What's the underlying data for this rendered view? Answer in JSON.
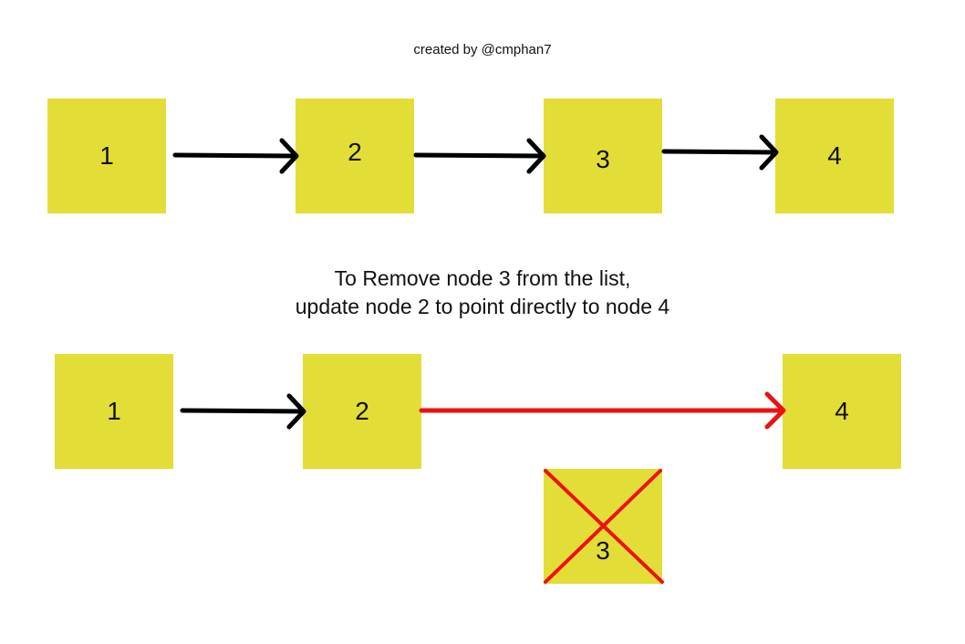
{
  "credit": "created by @cmphan7",
  "caption": {
    "line1": "To Remove node 3 from the list,",
    "line2": "update node 2 to point directly to node 4"
  },
  "before": {
    "nodes": [
      "1",
      "2",
      "3",
      "4"
    ]
  },
  "after": {
    "nodes": [
      "1",
      "2",
      "4"
    ],
    "removed_node": "3"
  },
  "colors": {
    "node_fill": "#e3de37",
    "arrow": "#000000",
    "new_link": "#ee1111",
    "remove_mark": "#ee1111"
  }
}
